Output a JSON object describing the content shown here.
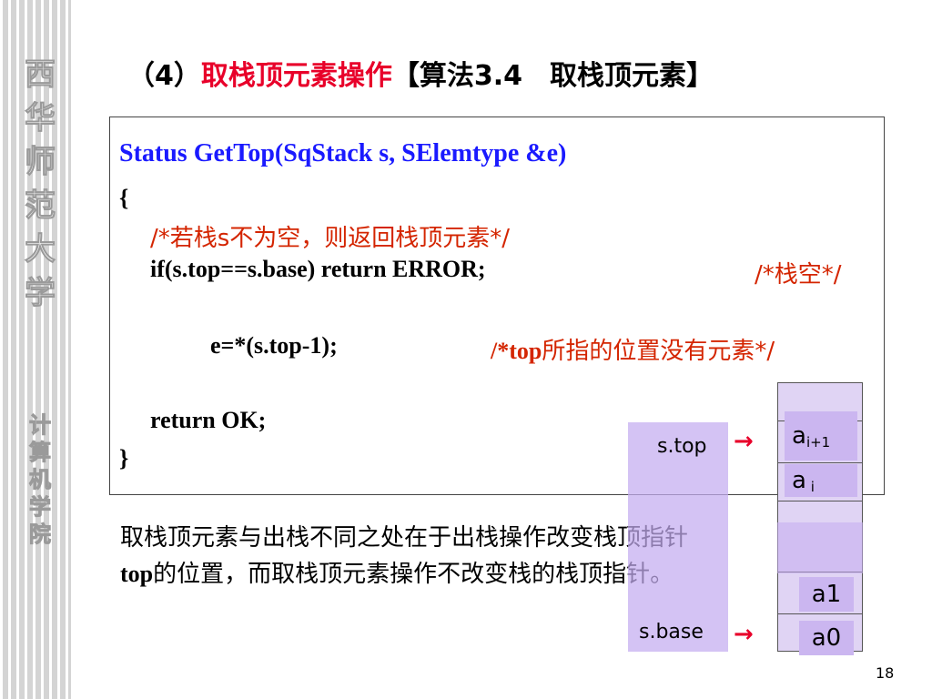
{
  "sidebar": {
    "university": [
      "西",
      "华",
      "师",
      "范",
      "大",
      "学"
    ],
    "department": [
      "计",
      "算",
      "机",
      "学",
      "院"
    ]
  },
  "title": {
    "prefix": "（4）",
    "red": "取栈顶元素操作",
    "suffix": "【算法3.4　取栈顶元素】"
  },
  "code": {
    "line1": "Status GetTop(SqStack  s, SElemtype &e)",
    "line2": "{",
    "comment1": "/*若栈s不为空，则返回栈顶元素*/",
    "line3_code": "if(s.top==s.base) return ERROR;",
    "line3_comment": "/*栈空*/",
    "line4_code": "e=*(s.top-1);",
    "line4_comment_a": "/*top",
    "line4_comment_b": "所指的位置没有元素*/",
    "line5": "return OK;",
    "line6": "}"
  },
  "paragraph": {
    "line1": "取栈顶元素与出栈不同之处在于出栈操作改变栈顶指针",
    "line2_bold": "top",
    "line2_rest": "的位置，而取栈顶元素操作不改变栈的栈顶指针。"
  },
  "stack": {
    "top_label": "s.top",
    "base_label": "s.base",
    "arrow": "→",
    "cell_ai1_base": "a",
    "cell_ai1_sub": "i+1",
    "cell_ai_base": "a",
    "cell_ai_sub": " i",
    "cell_a1": "a1",
    "cell_a0": "a0"
  },
  "page_number": "18"
}
